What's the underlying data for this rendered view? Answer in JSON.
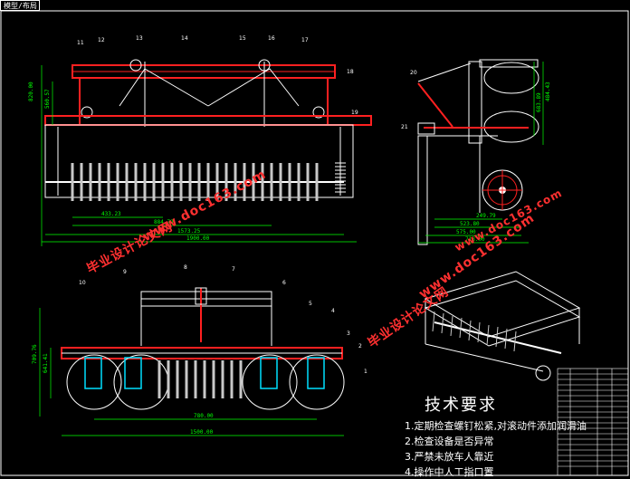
{
  "tab_label": "模型/布局",
  "drawing": {
    "front_view_dims": {
      "vertical": [
        "820.00",
        "560.57"
      ],
      "horizontal": [
        "433.23",
        "884.79",
        "1573.25",
        "1900.00"
      ],
      "part_numbers": [
        "11",
        "12",
        "13",
        "14",
        "15",
        "16",
        "17",
        "18",
        "19"
      ]
    },
    "side_view_dims": {
      "vertical": [
        "683.89",
        "484.43"
      ],
      "horizontal": [
        "249.79",
        "523.80",
        "575.00",
        "718.00"
      ],
      "part_numbers": [
        "20",
        "21"
      ]
    },
    "bottom_view_dims": {
      "vertical": [
        "709.76",
        "641.41"
      ],
      "horizontal": [
        "780.00",
        "1500.00"
      ],
      "part_numbers": [
        "10",
        "9",
        "8",
        "7",
        "6",
        "5",
        "4",
        "3",
        "2",
        "1"
      ]
    }
  },
  "watermarks": [
    "毕业设计论文网",
    "www.doc163.com"
  ],
  "tech_requirements": {
    "title": "技术要求",
    "items": [
      "1.定期检查螺钉松紧,对滚动件添加润滑油",
      "2.检查设备是否异常",
      "3.严禁未放车人靠近",
      "4.操作中人工指口置"
    ]
  },
  "colors": {
    "background": "#000000",
    "frame_red": "#ff2020",
    "outline_white": "#ffffff",
    "dim_green": "#00ff00",
    "hatch_cyan": "#00e0ff",
    "watermark_red": "#ff3030",
    "blade_gray": "#c8c8c8"
  }
}
